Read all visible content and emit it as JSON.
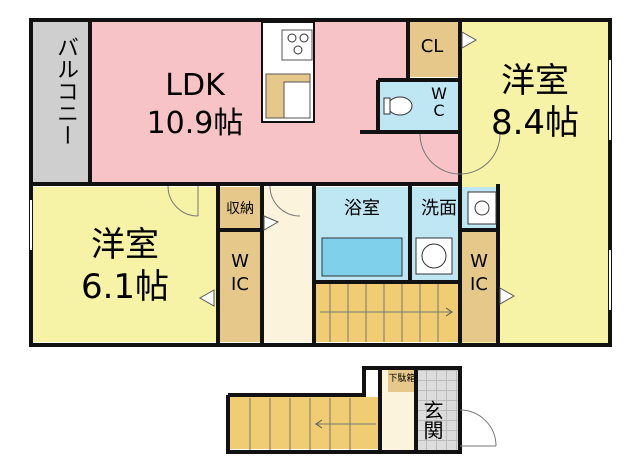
{
  "rooms": {
    "balcony": "バルコニー",
    "ldk": "LDK",
    "ldk_size": "10.9帖",
    "western_east": "洋室",
    "western_east_size": "8.4帖",
    "western_west": "洋室",
    "western_west_size": "6.1帖",
    "closet": "CL",
    "toilet": "WC",
    "storage": "収納",
    "bath": "浴室",
    "washroom": "洗面",
    "wic_left": "WIC",
    "wic_right": "WIC",
    "shoe_box": "下駄箱",
    "entrance": "玄関"
  },
  "colors": {
    "ldk": "#f7c3c6",
    "western": "#f6f2a6",
    "wood": "#e6c98a",
    "bath": "#bfe6f3",
    "balcony": "#cfcfcf",
    "entrance_tile": "#dcdcdc",
    "stairs": "#f0cc72"
  }
}
